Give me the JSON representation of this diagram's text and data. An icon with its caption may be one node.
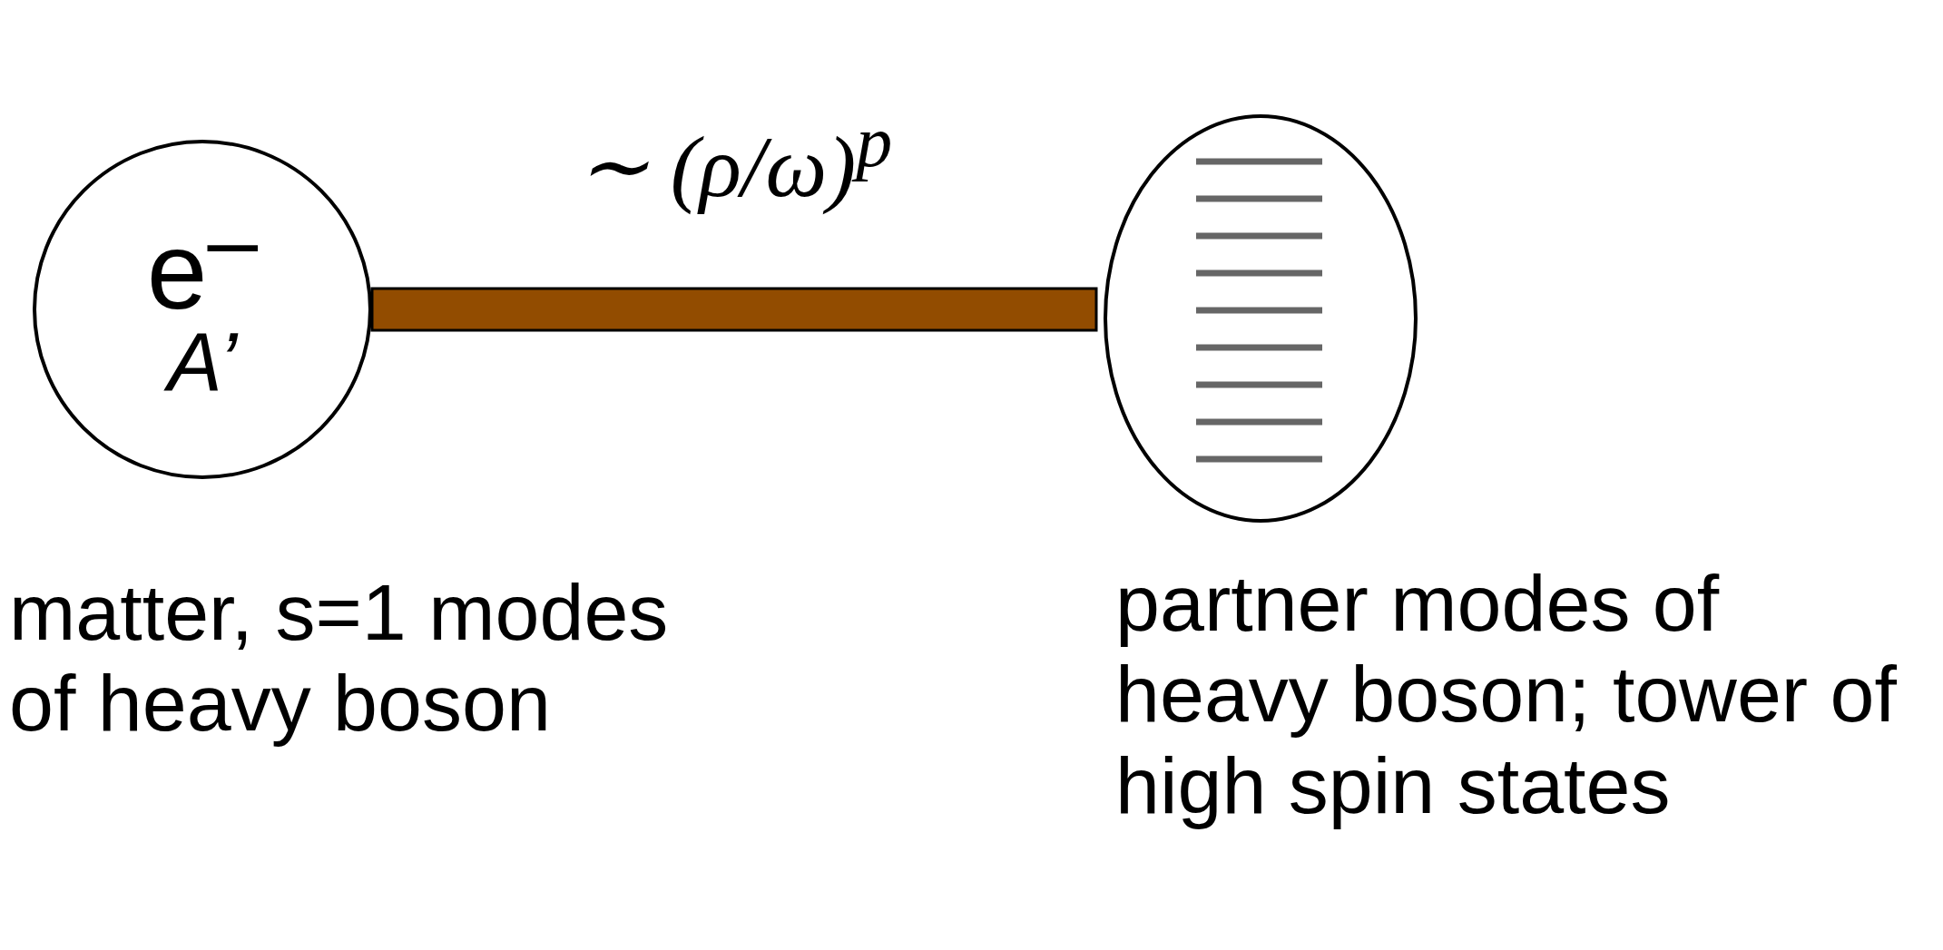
{
  "diagram": {
    "nodes": [
      {
        "text": [
          "e$^{–}$",
          "A’"
        ],
        "beside": [
          "matter, s=1 modes of heavy boson"
        ]
      },
      {
        "text": [],
        "shape": "circle",
        "beside": [
          "partner modes of heavy boson; tower of high spin states"
        ]
      }
    ],
    "edges": [
      {
        "from": 0,
        "to": 1,
        "arrow": "none",
        "style": "thick",
        "color": "#924c00",
        "label": "∼ (ρ/ω)$^{p}$"
      }
    ]
  }
}
